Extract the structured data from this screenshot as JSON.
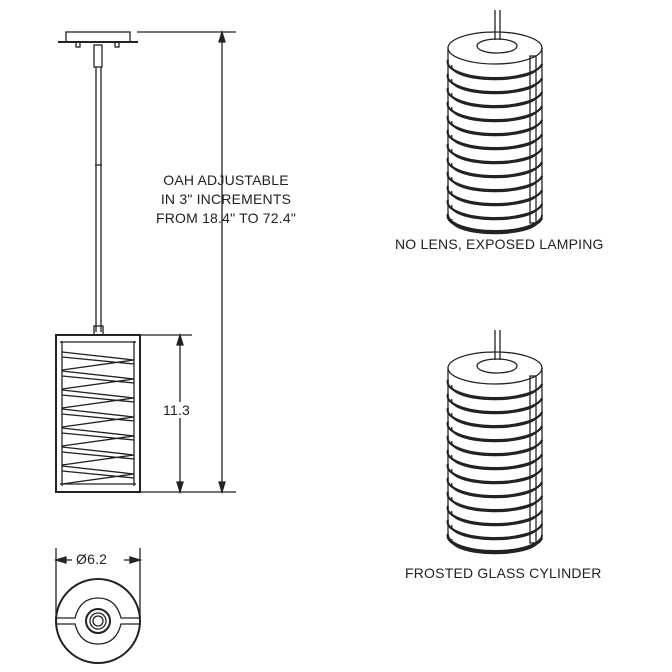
{
  "annotations": {
    "oah_lines": [
      "OAH ADJUSTABLE",
      "IN 3\" INCREMENTS",
      "FROM 18.4\" TO 72.4\""
    ],
    "shade_height": "11.3",
    "diameter": "Ø6.2"
  },
  "views": {
    "top_label": "NO LENS, EXPOSED LAMPING",
    "bottom_label": "FROSTED GLASS CYLINDER"
  },
  "colors": {
    "line": "#222222",
    "background": "#ffffff"
  }
}
